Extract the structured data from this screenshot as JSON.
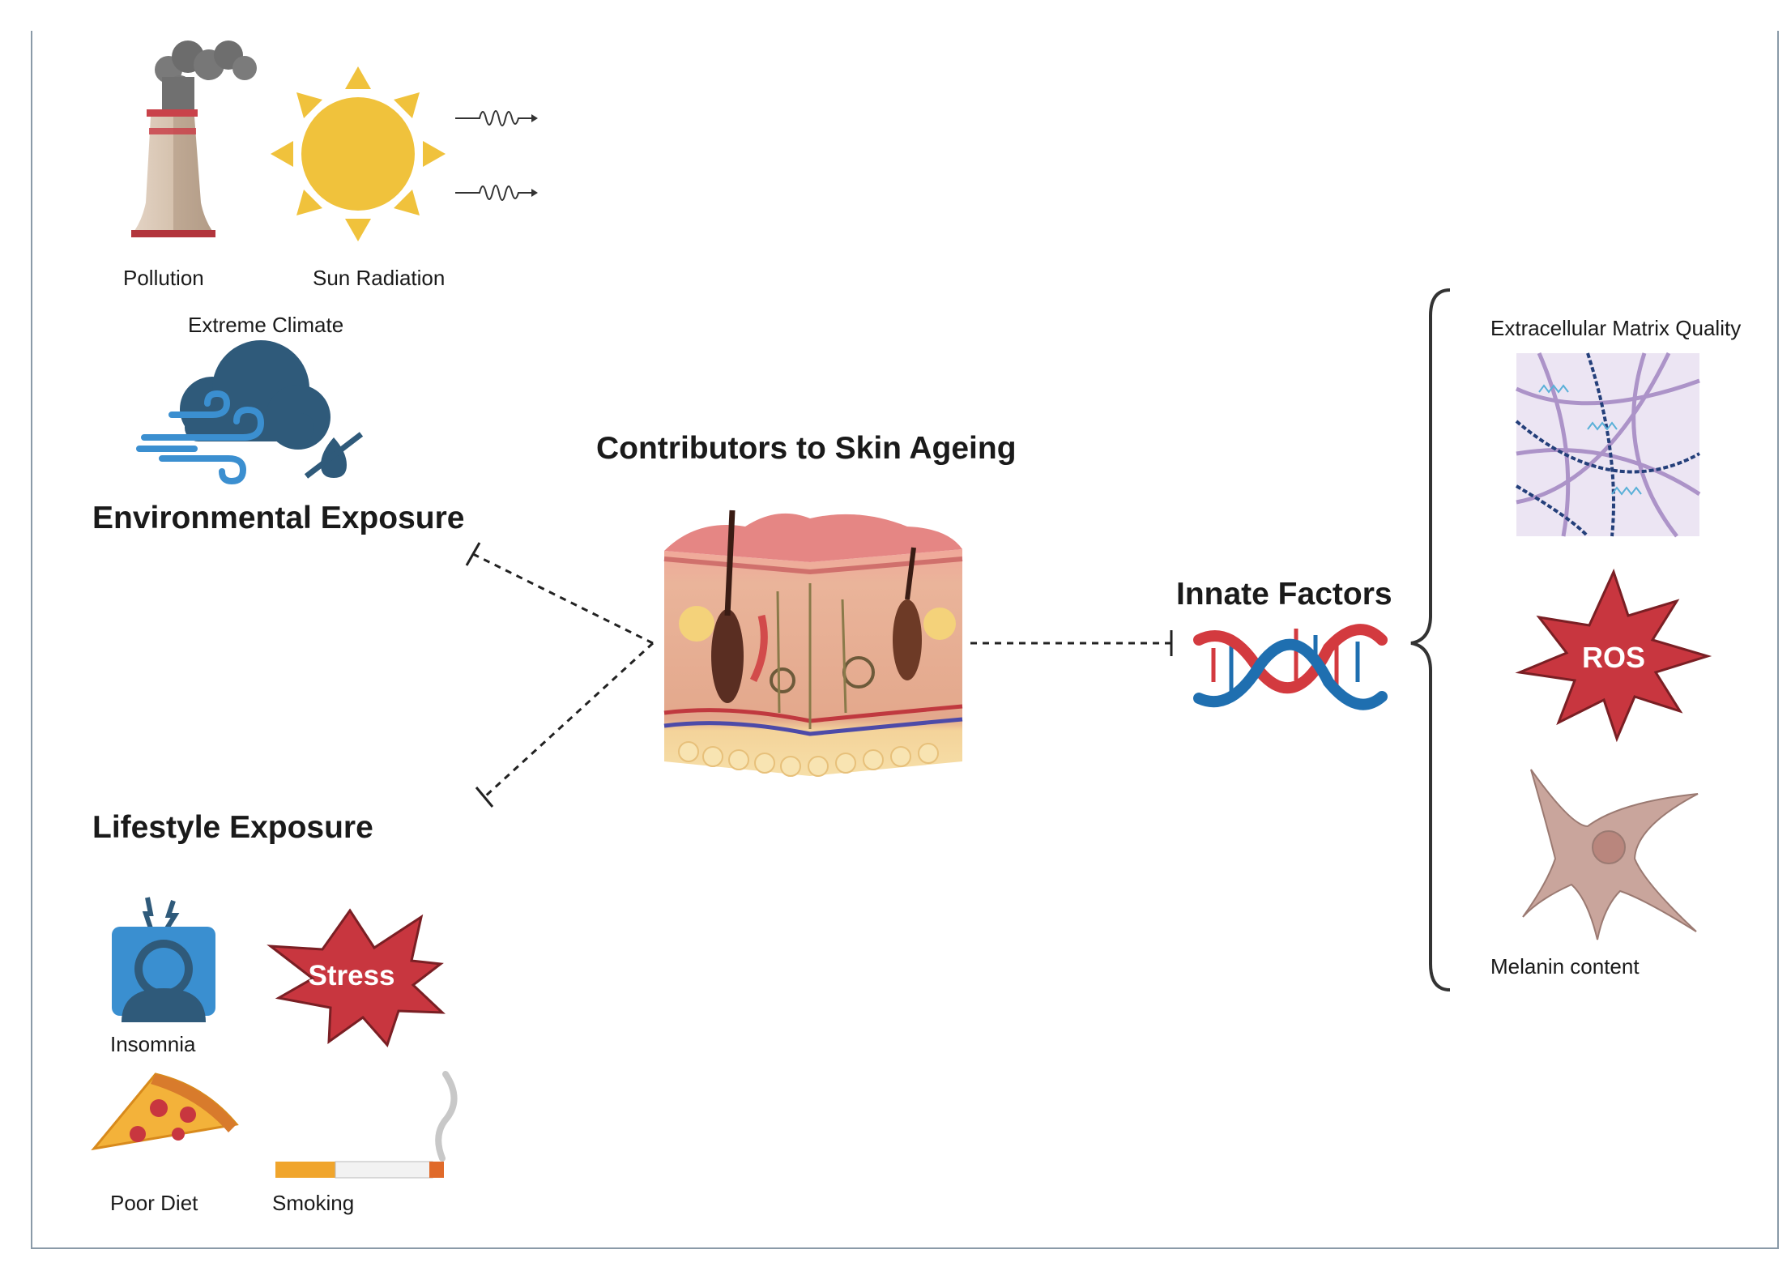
{
  "title": "Contributors to Skin Ageing",
  "environmental": {
    "heading": "Environmental Exposure",
    "items": [
      "Pollution",
      "Sun Radiation",
      "Extreme Climate"
    ]
  },
  "lifestyle": {
    "heading": "Lifestyle Exposure",
    "items": [
      "Insomnia",
      "Stress",
      "Poor Diet",
      "Smoking"
    ]
  },
  "innate": {
    "heading": "Innate Factors",
    "items": [
      "Extracellular Matrix Quality",
      "ROS",
      "Melanin content"
    ]
  },
  "colors": {
    "sun": "#f0c23c",
    "chimney": "#cdb8a4",
    "cloud": "#2f5a7a",
    "wind": "#3b8fd0",
    "starburst": "#c8363f",
    "dna_red": "#d33a3f",
    "dna_blue": "#1f6fb0",
    "skin": "#e7a98f",
    "melanocyte": "#c9a59c"
  },
  "icons": [
    "factory-chimney-icon",
    "sun-icon",
    "radiation-wave-icon",
    "storm-cloud-icon",
    "skin-cross-section-icon",
    "dna-helix-icon",
    "brace-icon",
    "collagen-matrix-icon",
    "ros-starburst-icon",
    "melanocyte-icon",
    "insomnia-head-icon",
    "stress-starburst-icon",
    "pizza-icon",
    "cigarette-icon"
  ]
}
